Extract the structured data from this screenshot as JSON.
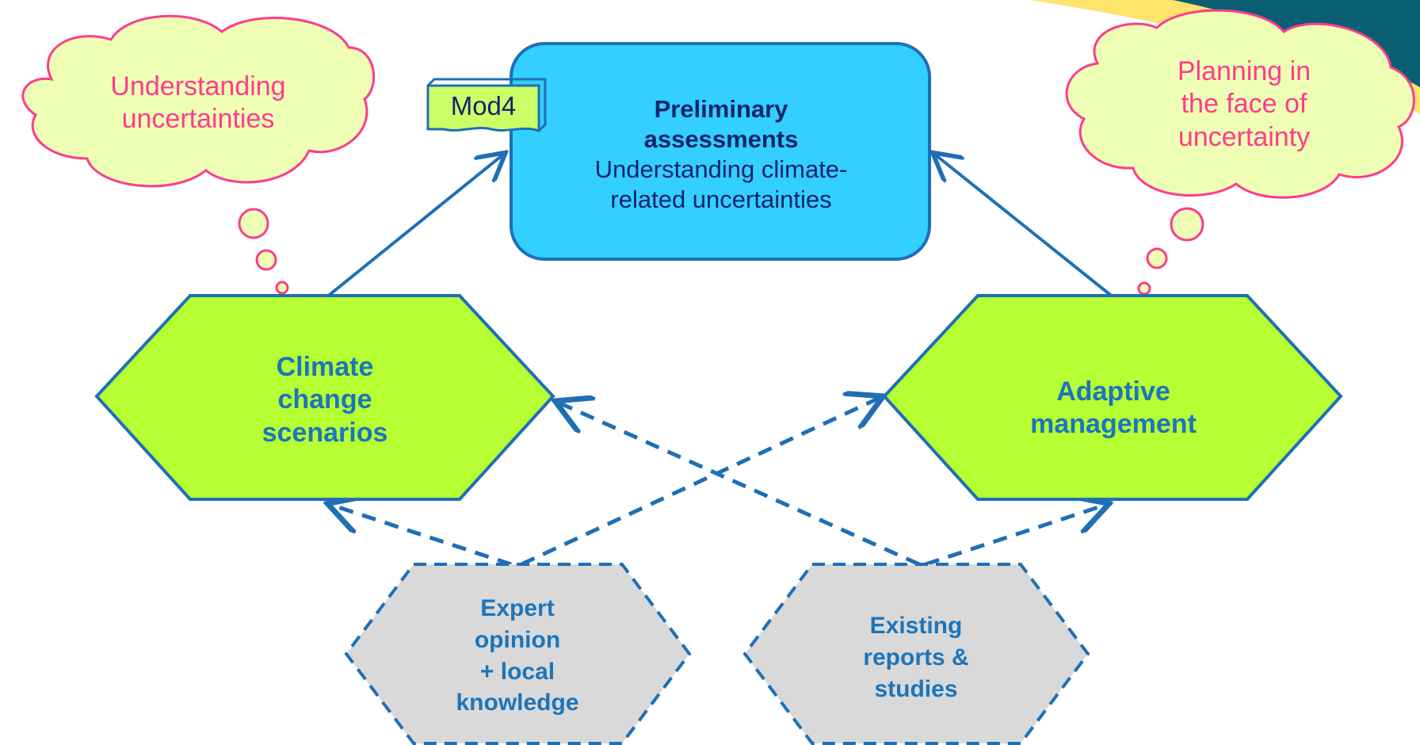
{
  "center_box": {
    "title_lines": [
      "Preliminary",
      "assessments"
    ],
    "subtitle_lines": [
      "Understanding climate-",
      "related uncertainties"
    ]
  },
  "tag": {
    "label": "Mod4"
  },
  "thought_left": {
    "lines": [
      "Understanding",
      "uncertainties"
    ]
  },
  "thought_right": {
    "lines": [
      "Planning in",
      "the face of",
      "uncertainty"
    ]
  },
  "hex_left": {
    "lines": [
      "Climate",
      "change",
      "scenarios"
    ]
  },
  "hex_right": {
    "lines": [
      "Adaptive",
      "management"
    ]
  },
  "source_left": {
    "lines": [
      "Expert",
      "opinion",
      "+ local",
      "knowledge"
    ]
  },
  "source_right": {
    "lines": [
      "Existing",
      "reports &",
      "studies"
    ]
  },
  "colors": {
    "center_fill": "#33cfff",
    "hexagon_fill": "#b5ff33",
    "cloud_fill": "#eeffb5",
    "cloud_outline": "#ff3b8d",
    "source_fill": "#d9d9d9",
    "line_blue": "#1f6fb5",
    "tag_fill": "#ccff66",
    "corner_yellow": "#ffe36b",
    "corner_teal": "#0a5e72"
  }
}
